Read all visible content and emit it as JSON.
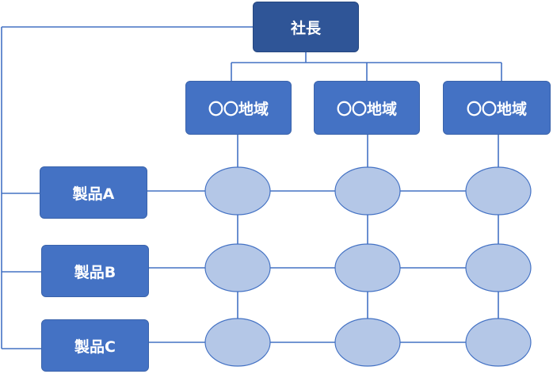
{
  "colors": {
    "line": "#4472c4",
    "ceo_fill": "#2f5597",
    "box_fill": "#4472c4",
    "node_fill": "#b4c7e7",
    "node_stroke": "#4472c4"
  },
  "ceo": {
    "label": "社長"
  },
  "regions": [
    {
      "label": "〇〇地域"
    },
    {
      "label": "〇〇地域"
    },
    {
      "label": "〇〇地域"
    }
  ],
  "products": [
    {
      "label": "製品A"
    },
    {
      "label": "製品B"
    },
    {
      "label": "製品C"
    }
  ],
  "matrix": {
    "rows": 3,
    "cols": 3
  }
}
